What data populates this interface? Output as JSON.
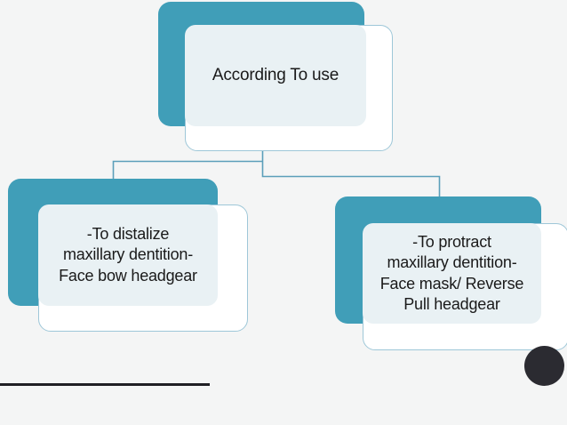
{
  "diagram": {
    "type": "org-chart",
    "title_text": "According To use",
    "theme": {
      "background": "#f4f5f5",
      "accent_teal": "#409eb8",
      "panel_fill": "#e9f1f4",
      "panel_front": "#ffffff",
      "panel_border": "#9ec7d8",
      "connector": "#5b9fba",
      "text": "#1a1a1a",
      "rule": "#201f24",
      "dot": "#2b2b31"
    },
    "nodes": [
      {
        "id": "root",
        "role": "parent",
        "text": "According To use"
      },
      {
        "id": "left",
        "role": "child",
        "text": "-To distalize\nmaxillary dentition-\nFace bow headgear"
      },
      {
        "id": "right",
        "role": "child",
        "text": "-To protract\nmaxillary dentition-\nFace mask/ Reverse\nPull  headgear"
      }
    ],
    "connectors": [
      {
        "from": "root",
        "to": "left"
      },
      {
        "from": "root",
        "to": "right"
      }
    ],
    "decorations": [
      {
        "name": "footer-rule",
        "kind": "horizontal-line"
      },
      {
        "name": "corner-dot",
        "kind": "circle"
      }
    ]
  }
}
